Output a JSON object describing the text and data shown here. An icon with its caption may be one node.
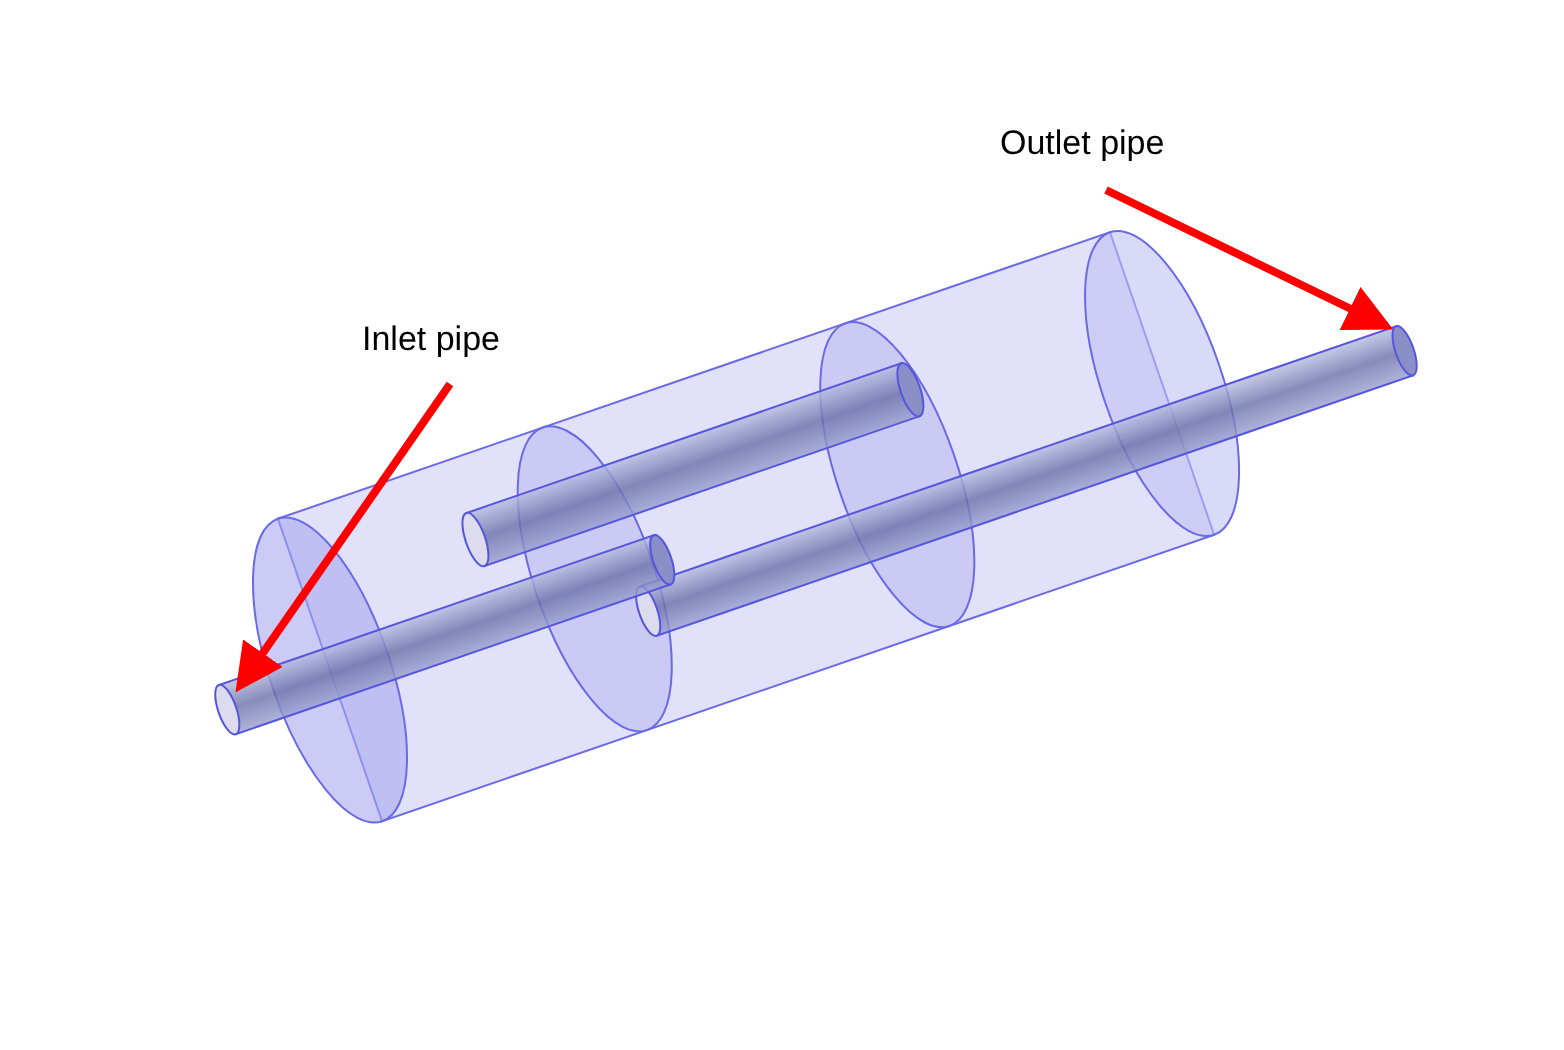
{
  "diagram": {
    "nodes": [
      {
        "text": [
          "Outlet pipe"
        ]
      },
      {
        "text": [
          "Inlet pipe"
        ]
      },
      {
        "text": [],
        "shape": "cylinder"
      },
      {
        "text": [],
        "shape": "cylinder"
      }
    ],
    "edges": [
      {
        "from": 0,
        "to": 2,
        "arrow": "to"
      },
      {
        "from": 1,
        "to": 3,
        "arrow": "to"
      }
    ]
  }
}
